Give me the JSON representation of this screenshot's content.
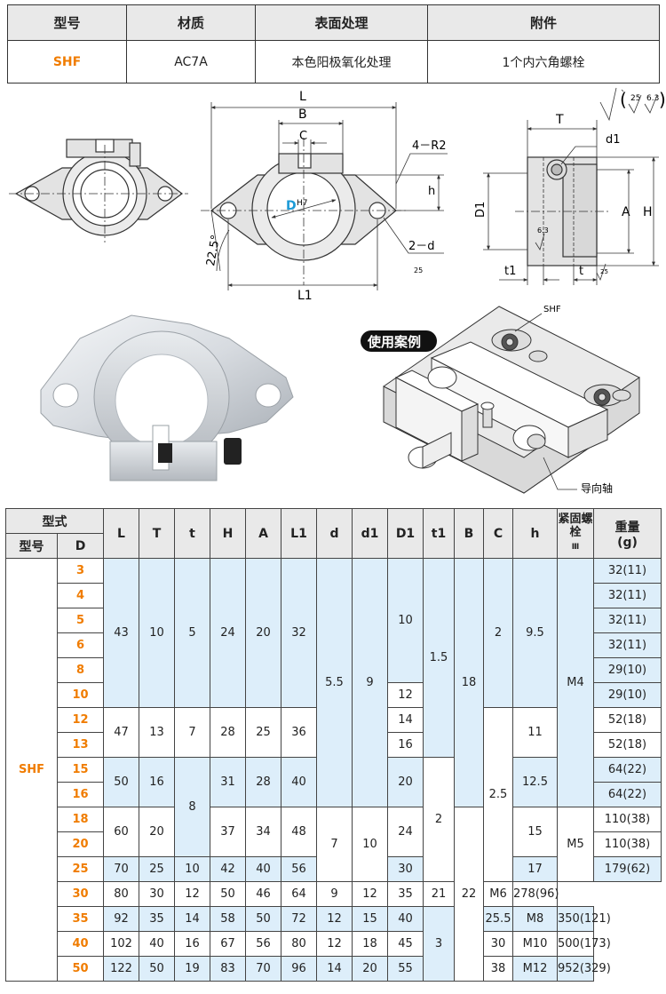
{
  "spec": {
    "headers": [
      "型号",
      "材质",
      "表面处理",
      "附件"
    ],
    "values": [
      "SHF",
      "AC7A",
      "本色阳极氧化处理",
      "1个内六角螺栓"
    ]
  },
  "drawing": {
    "dims": {
      "L": "L",
      "B": "B",
      "C": "C",
      "R": "4－R2",
      "h": "h",
      "D": "D",
      "H7": "H7",
      "d": "2－d",
      "angle": "22.5°",
      "L1": "L1",
      "T": "T",
      "d1": "d1",
      "D1": "D1",
      "A": "A",
      "H": "H",
      "t1": "t1",
      "t": "t",
      "roughness_a": "25",
      "roughness_b": "6.3",
      "roughness_c": "6.3",
      "roughness_d": "25"
    },
    "usage_badge": "使用案例",
    "usage_shf": "SHF",
    "usage_shaft": "导向轴"
  },
  "table": {
    "group_header": "型式",
    "sub_headers": [
      "型号",
      "D"
    ],
    "columns": [
      "L",
      "T",
      "t",
      "H",
      "A",
      "L1",
      "d",
      "d1",
      "D1",
      "t1",
      "B",
      "C",
      "h",
      "紧固螺栓",
      "重量"
    ],
    "bolt_sub": "Ⅲ",
    "weight_sub": "(g)",
    "model": "SHF",
    "D": [
      "3",
      "4",
      "5",
      "6",
      "8",
      "10",
      "12",
      "13",
      "15",
      "16",
      "18",
      "20",
      "25",
      "30",
      "35",
      "40",
      "50"
    ],
    "weight": [
      "32(11)",
      "32(11)",
      "32(11)",
      "32(11)",
      "29(10)",
      "29(10)",
      "52(18)",
      "52(18)",
      "64(22)",
      "64(22)",
      "110(38)",
      "110(38)",
      "179(62)",
      "278(96)",
      "350(121)",
      "500(173)",
      "952(329)"
    ],
    "L": [
      "43",
      "47",
      "50",
      "60",
      "70",
      "80",
      "92",
      "102",
      "122"
    ],
    "T": [
      "10",
      "13",
      "16",
      "20",
      "25",
      "30",
      "35",
      "40",
      "50"
    ],
    "t": [
      "5",
      "7",
      "8",
      "10",
      "12",
      "14",
      "16",
      "19"
    ],
    "H": [
      "24",
      "28",
      "31",
      "37",
      "42",
      "50",
      "58",
      "67",
      "83"
    ],
    "A": [
      "20",
      "25",
      "28",
      "34",
      "40",
      "46",
      "50",
      "56",
      "70"
    ],
    "L1": [
      "32",
      "36",
      "40",
      "48",
      "56",
      "64",
      "72",
      "80",
      "96"
    ],
    "d": [
      "5.5",
      "7",
      "9",
      "12",
      "12",
      "14"
    ],
    "d1": [
      "9",
      "10",
      "12",
      "15",
      "18",
      "20"
    ],
    "D1": [
      "10",
      "12",
      "14",
      "16",
      "20",
      "24",
      "30",
      "35",
      "40",
      "45",
      "55"
    ],
    "t1": [
      "1.5",
      "2",
      "3"
    ],
    "B": [
      "18",
      "22"
    ],
    "C": [
      "2",
      "2.5"
    ],
    "h": [
      "9.5",
      "11",
      "12.5",
      "15",
      "17",
      "21",
      "25.5",
      "30",
      "38"
    ],
    "bolt": [
      "M4",
      "M5",
      "M6",
      "M8",
      "M10",
      "M12"
    ]
  }
}
